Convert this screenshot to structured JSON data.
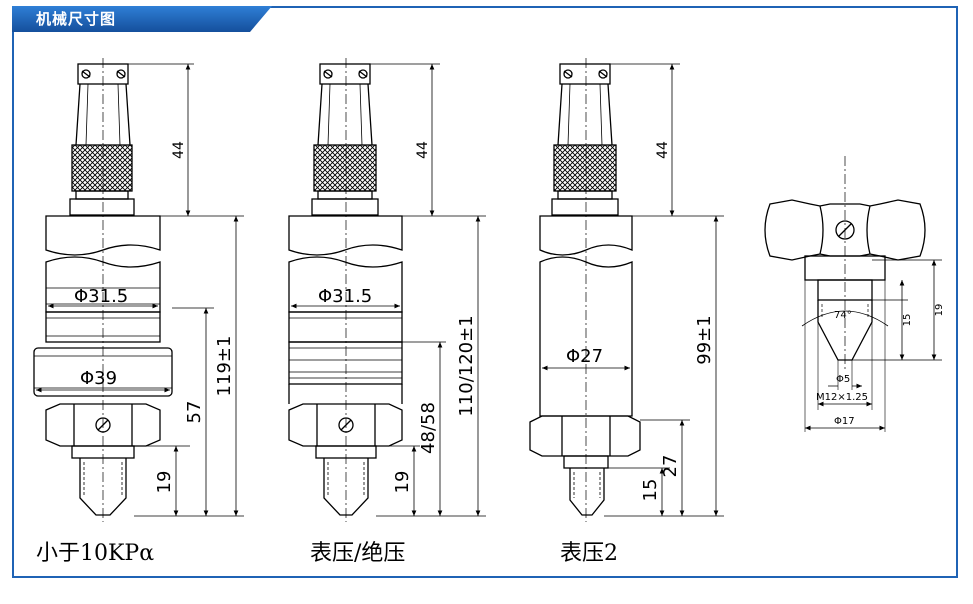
{
  "header": {
    "title": "机械尺寸图",
    "accent_color": "#1f63b5"
  },
  "views": [
    {
      "caption": "小于10KPα",
      "dims": {
        "top": "44",
        "dia1": "Φ31.5",
        "dia2": "Φ39",
        "total": "119±1",
        "mid": "57",
        "bottom": "19"
      }
    },
    {
      "caption": "表压/绝压",
      "dims": {
        "top": "44",
        "dia1": "Φ31.5",
        "total": "110/120±1",
        "mid": "48/58",
        "bottom": "19"
      }
    },
    {
      "caption": "表压2",
      "dims": {
        "top": "44",
        "dia1": "Φ27",
        "total": "99±1",
        "mid": "27",
        "bottom": "15"
      }
    }
  ],
  "detail": {
    "angle": "74°",
    "h_small": "15",
    "h_large": "19",
    "bore": "Φ5",
    "thread": "M12×1.25",
    "flat": "Φ17"
  }
}
